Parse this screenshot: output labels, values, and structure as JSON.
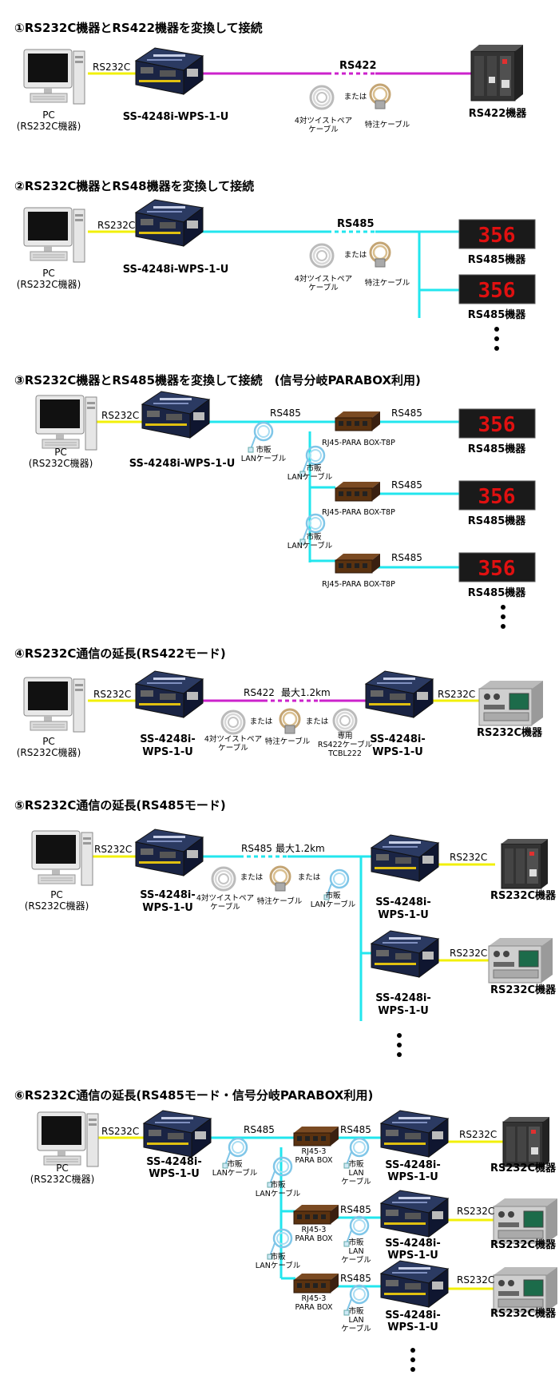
{
  "sections": [
    {
      "title": "①RS232C機器とRS422機器を変換して接続"
    },
    {
      "title": "②RS232C機器とRS48機器を変換して接続"
    },
    {
      "title": "③RS232C機器とRS485機器を変換して接続　(信号分岐PARABOX利用)"
    },
    {
      "title": "④RS232C通信の延長(RS422モード)"
    },
    {
      "title": "⑤RS232C通信の延長(RS485モード)"
    },
    {
      "title": "⑥RS232C通信の延長(RS485モード・信号分岐PARABOX利用)"
    }
  ],
  "labels": {
    "pc": "PC",
    "pc_sub": "(RS232C機器)",
    "rs232c": "RS232C",
    "rs422": "RS422",
    "rs485": "RS485",
    "device_full": "SS-4248i-WPS-1-U",
    "device_l1": "SS-4248i-",
    "device_l2": "WPS-1-U",
    "rs422_device": "RS422機器",
    "rs485_device": "RS485機器",
    "rs232c_device": "RS232C機器",
    "twisted_l1": "4対ツイストペア",
    "twisted_l2": "ケーブル",
    "or": "または",
    "special_cable": "特注ケーブル",
    "lan_l1": "市販",
    "lan_l2": "LANケーブル",
    "lan_l3a": "LAN",
    "lan_l3b": "ケーブル",
    "parabox_t8p": "RJ45-PARA BOX-T8P",
    "parabox3_l1": "RJ45-3",
    "parabox3_l2": "PARA BOX",
    "max_len": "最大1.2km",
    "rs422_cable_l1": "専用",
    "rs422_cable_l2": "RS422ケーブル",
    "rs422_cable_l3": "TCBL222",
    "display_value": "356"
  },
  "colors": {
    "rs232c_line": "#f2f00a",
    "rs422_line": "#cc22cc",
    "rs485_line": "#22e6ee",
    "display_bg": "#1a1a1a",
    "display_digits": "#e01010"
  }
}
